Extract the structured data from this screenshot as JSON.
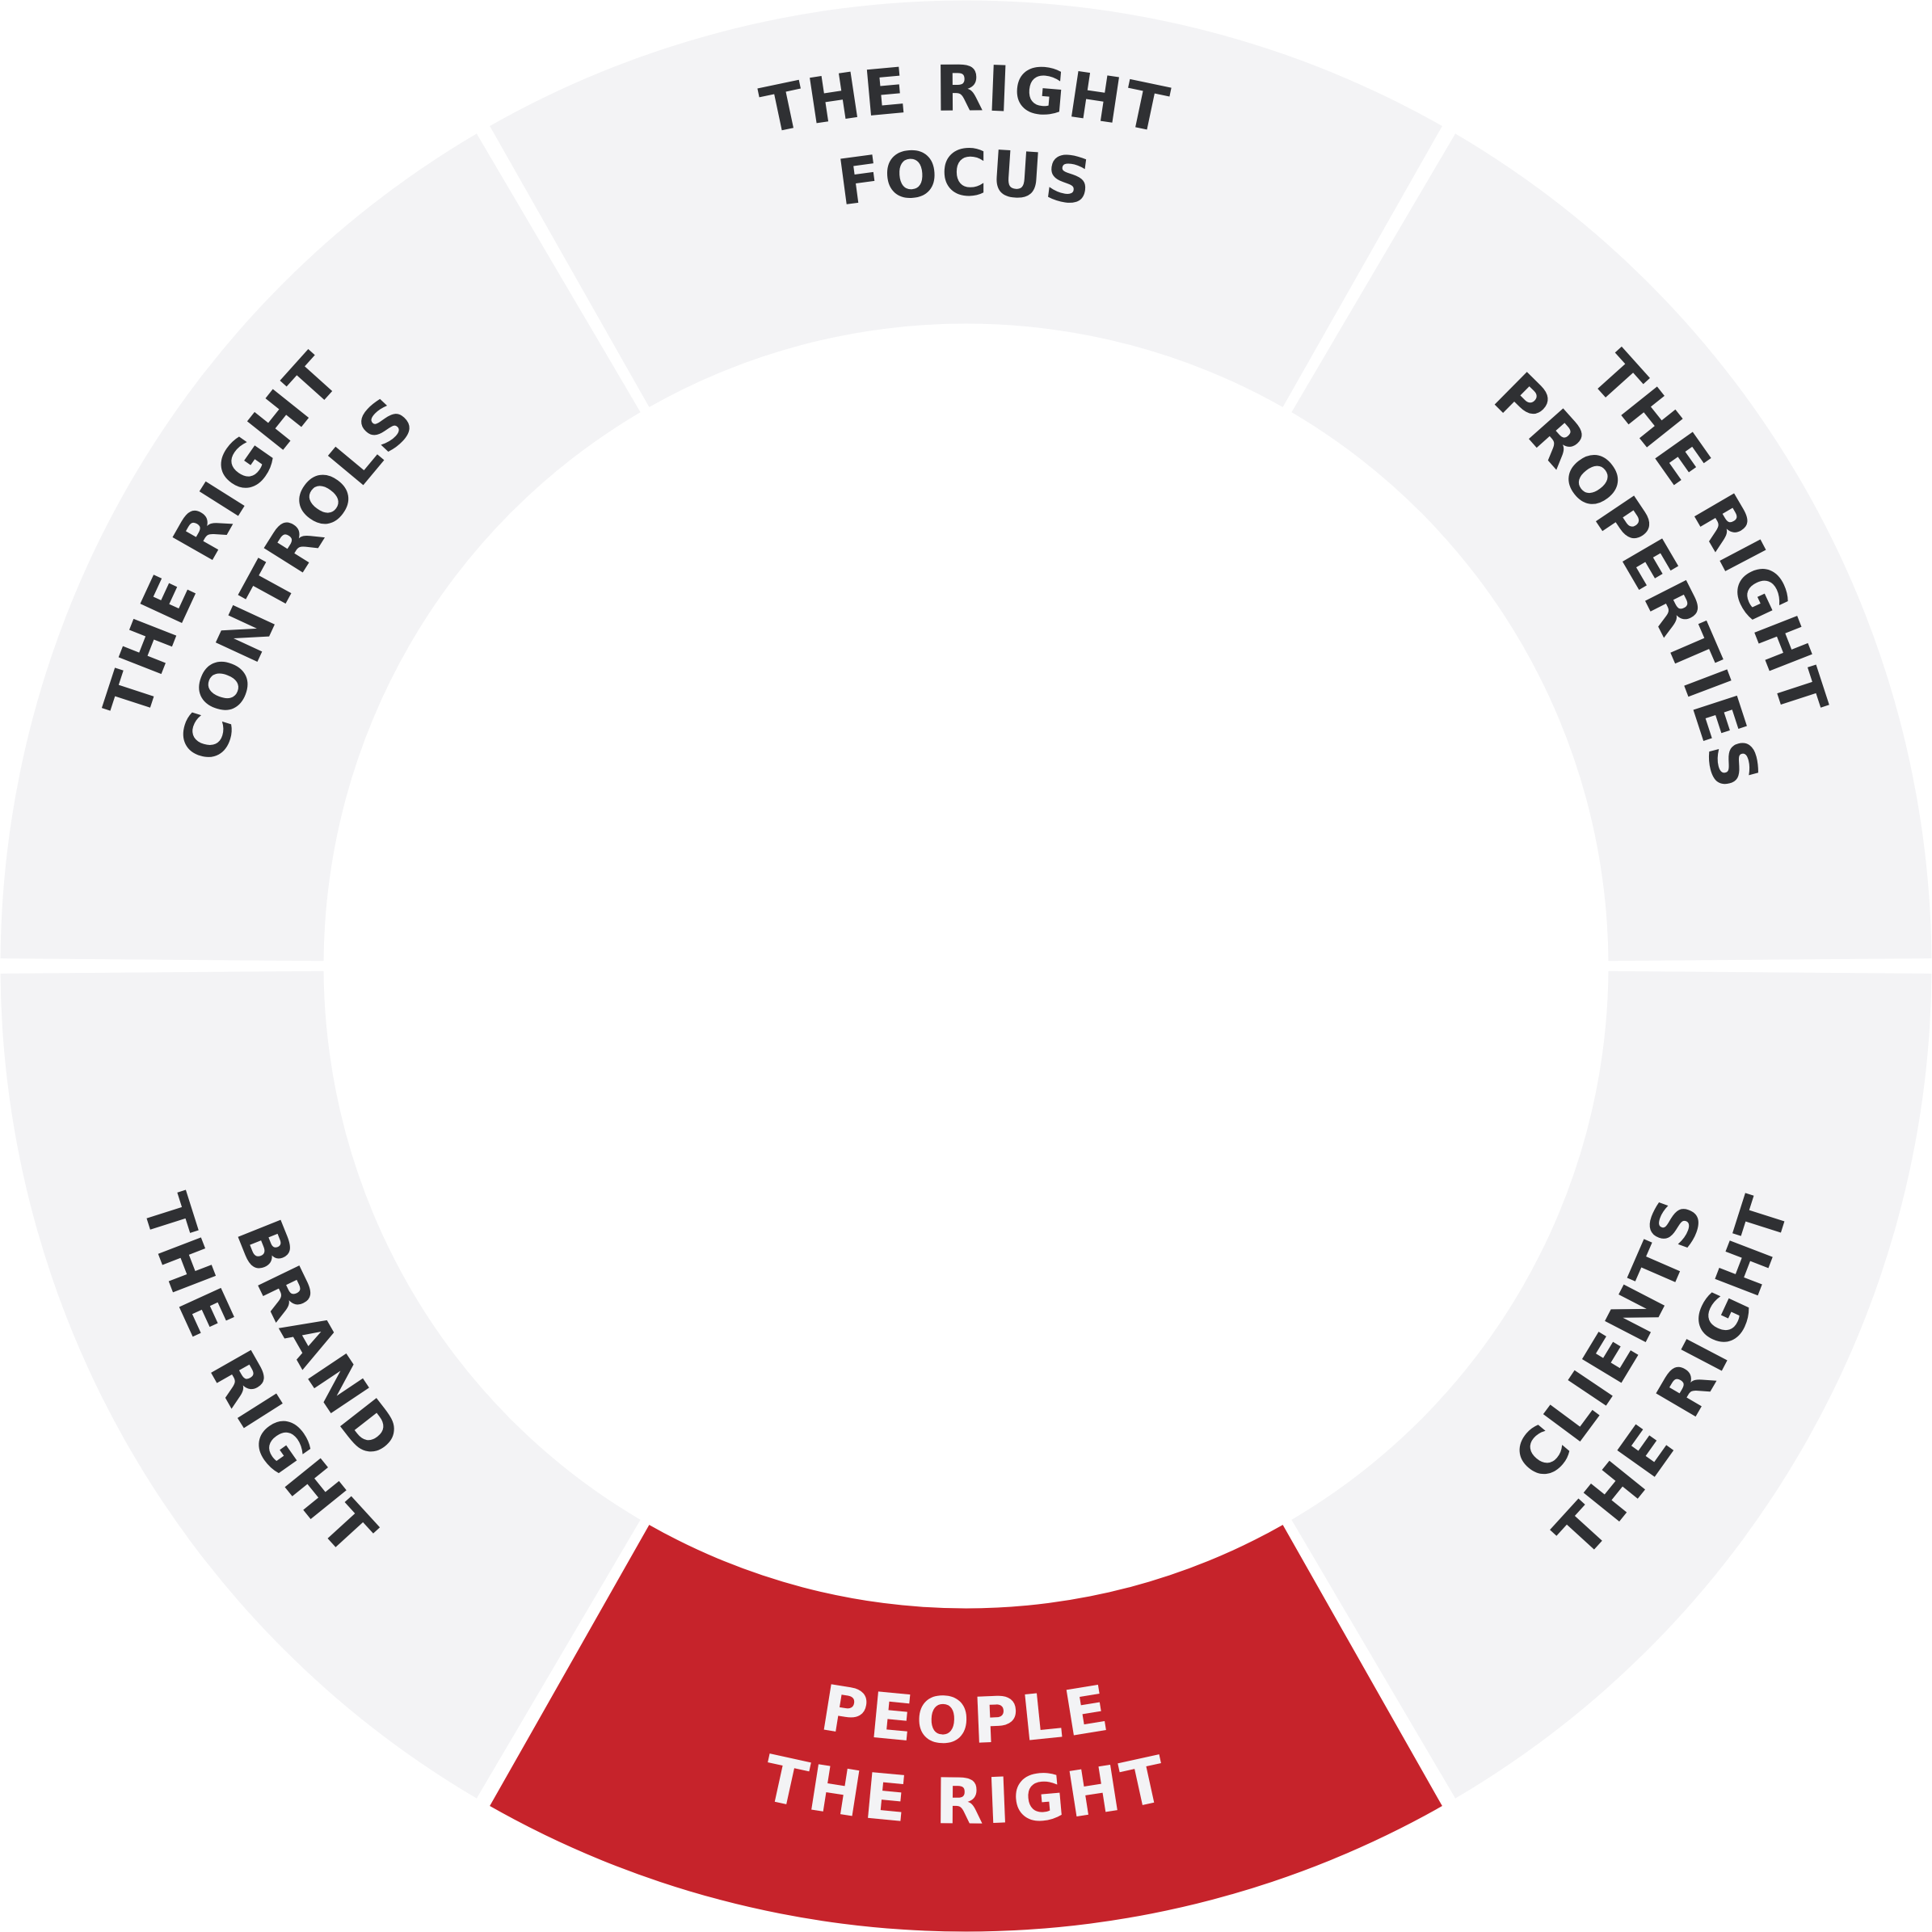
{
  "colors": {
    "segment_fill": "#f3f3f5",
    "highlight_fill": "#c6232b",
    "text_dark": "#2f3033",
    "text_light": "#f3f3f5",
    "separator": "#ffffff"
  },
  "segments": [
    {
      "id": "focus",
      "line1": "THE RIGHT",
      "line2": "FOCUS",
      "highlighted": false
    },
    {
      "id": "properties",
      "line1": "THE RIGHT",
      "line2": "PROPERTIES",
      "highlighted": false
    },
    {
      "id": "clients",
      "line1": "THE RIGHT",
      "line2": "CLIENTS",
      "highlighted": false
    },
    {
      "id": "people",
      "line1": "THE RIGHT",
      "line2": "PEOPLE",
      "highlighted": true
    },
    {
      "id": "brand",
      "line1": "THE RIGHT",
      "line2": "BRAND",
      "highlighted": false
    },
    {
      "id": "controls",
      "line1": "THE RIGHT",
      "line2": "CONTROLS",
      "highlighted": false
    }
  ]
}
